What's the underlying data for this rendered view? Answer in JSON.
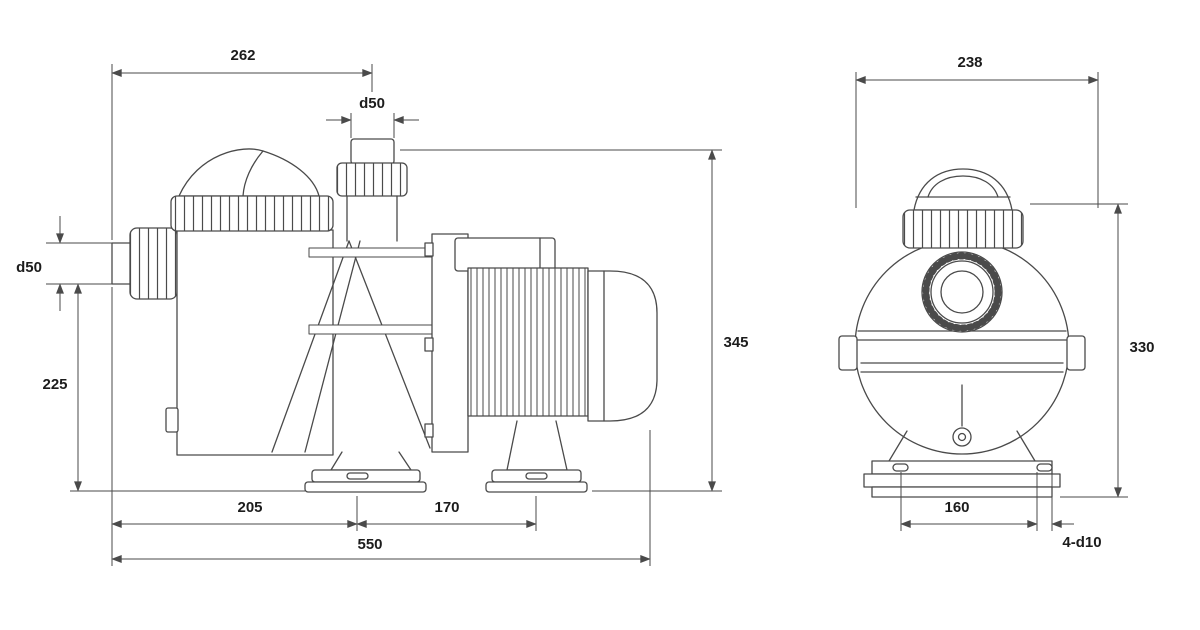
{
  "drawing": {
    "line_color": "#4a4a4a",
    "text_color": "#1c1c1c",
    "background": "#ffffff",
    "views": {
      "side": {
        "dims": {
          "top_width": "262",
          "outlet_bore": "d50",
          "inlet_bore": "d50",
          "inlet_center_height": "225",
          "overall_height": "345",
          "foot_offset": "205",
          "foot_pitch": "170",
          "overall_length": "550"
        }
      },
      "front": {
        "dims": {
          "top_width": "238",
          "overall_height": "330",
          "bolt_pitch": "160",
          "bolt_holes": "4-d10"
        }
      }
    }
  }
}
